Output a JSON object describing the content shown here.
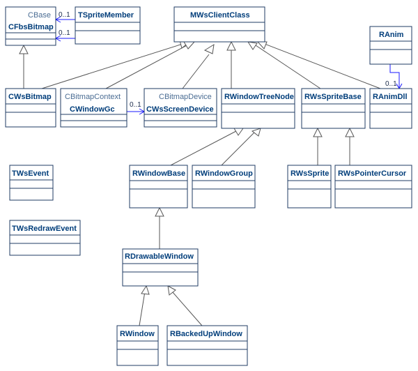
{
  "classes": {
    "cbase": "CBase",
    "cfbsbitmap": "CFbsBitmap",
    "tspritemember": "TSpriteMember",
    "mwsclientclass": "MWsClientClass",
    "ranim": "RAnim",
    "cwsbitmap": "CWsBitmap",
    "cbitmapcontext": "CBitmapContext",
    "cwindowgc": "CWindowGc",
    "cbitmapdevice": "CBitmapDevice",
    "cwsscreendevice": "CWsScreenDevice",
    "rwindowtreenode": "RWindowTreeNode",
    "rwsspritebase": "RWsSpriteBase",
    "ranimdll": "RAnimDll",
    "twsevent": "TWsEvent",
    "twsredrawevent": "TWsRedrawEvent",
    "rwindowbase": "RWindowBase",
    "rwindowgroup": "RWindowGroup",
    "rwssprite": "RWsSprite",
    "rwspointercursor": "RWsPointerCursor",
    "rdrawablewindow": "RDrawableWindow",
    "rwindow": "RWindow",
    "rbackedupwindow": "RBackedUpWindow"
  },
  "multiplicities": {
    "tsprite_a": "0..1",
    "tsprite_b": "0..1",
    "gc_device": "0..1",
    "ranim_dll": "0..1"
  },
  "colors": {
    "class_name": "#003d7a",
    "base_name": "#4a6c93",
    "association": "#1a1aff",
    "generalization": "#555555"
  }
}
